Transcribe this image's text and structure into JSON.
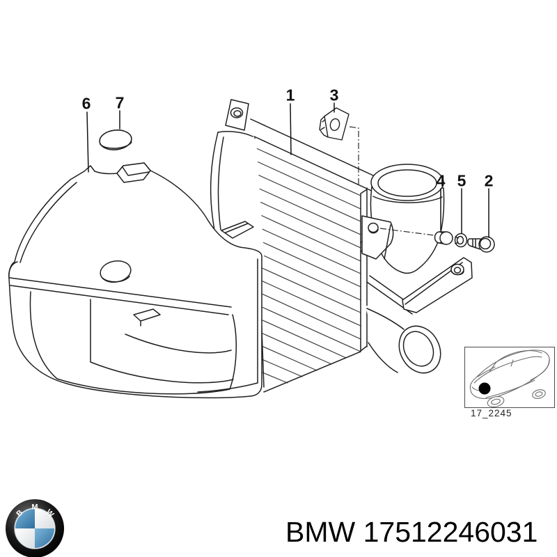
{
  "diagram": {
    "callouts": [
      {
        "label": "6"
      },
      {
        "label": "7"
      },
      {
        "label": "1"
      },
      {
        "label": "3"
      },
      {
        "label": "4"
      },
      {
        "label": "5"
      },
      {
        "label": "2"
      }
    ],
    "thumbnail_code": "17_2245"
  },
  "footer": {
    "logo_letters": [
      "B",
      "M",
      "W"
    ],
    "part_text": "BMW 17512246031"
  },
  "colors": {
    "line": "#1f1f1f",
    "background": "#ffffff",
    "logo_blue": "#3f85b5"
  }
}
